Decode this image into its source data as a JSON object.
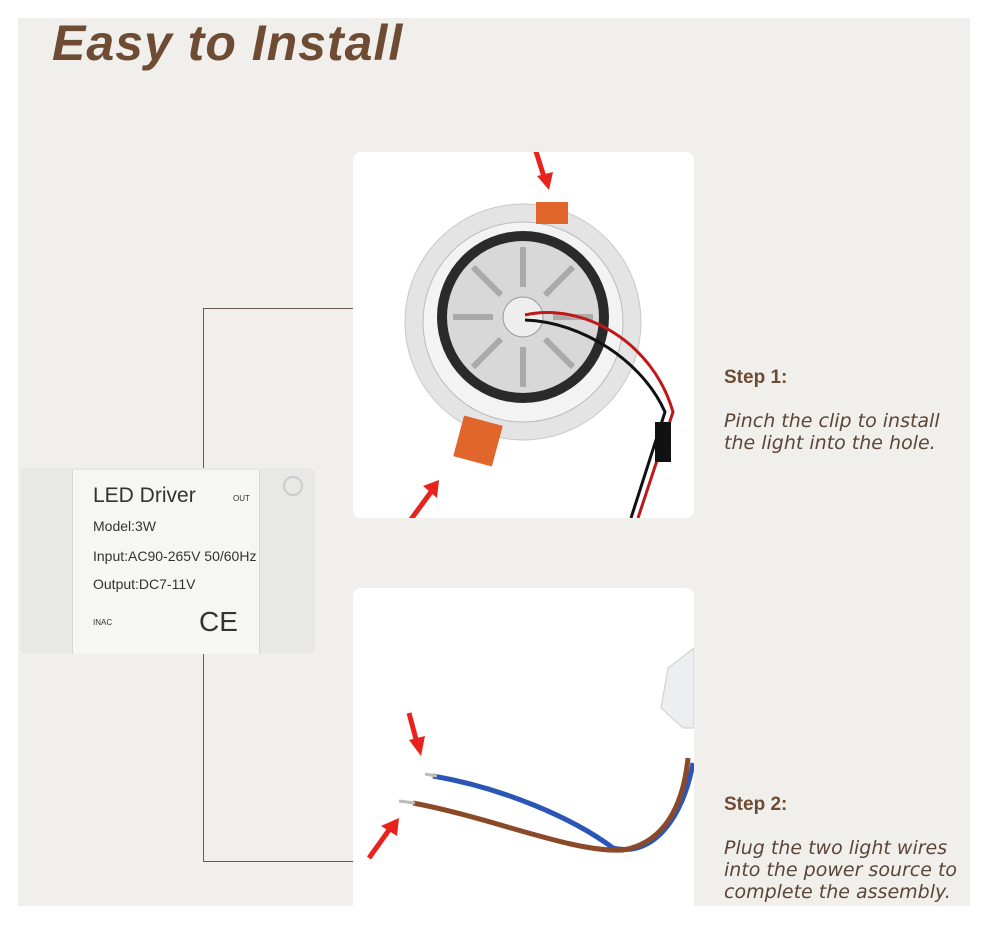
{
  "title": "Easy to Install",
  "driver": {
    "name": "LED Driver",
    "model": "Model:3W",
    "input": "Input:AC90-265V 50/60Hz",
    "output": "Output:DC7-11V",
    "out_label": "OUT",
    "inac_label": "INAC",
    "ce_mark": "CE"
  },
  "steps": [
    {
      "heading": "Step 1:",
      "text_lines": [
        "Pinch the clip to install",
        "the light into the hole."
      ]
    },
    {
      "heading": "Step 2:",
      "text_lines": [
        "Plug the two light wires",
        "into the power source to",
        "complete the assembly."
      ]
    }
  ],
  "colors": {
    "title": "#6e4b33",
    "arrow": "#e8231d",
    "panel": "#f1efec"
  }
}
